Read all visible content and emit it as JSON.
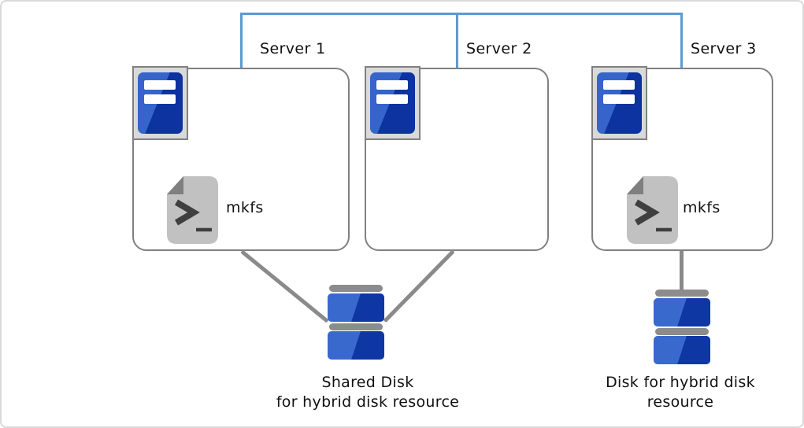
{
  "diagram": {
    "type": "cluster-architecture-diagram",
    "description_visible_text_only": true
  },
  "colors": {
    "network_line_blue": "#5b9bd5",
    "box_border_gray": "#808080",
    "connector_gray": "#8a8a8a",
    "server_icon_frame_bg": "#d9d9d9",
    "server_icon_blue_light": "#3565ca",
    "server_icon_blue_dark": "#0c33a0",
    "disk_cap_gray": "#8c8c8c",
    "disk_blue_light": "#3a69ce",
    "disk_blue_dark": "#0e37a4",
    "script_icon_body": "#c1c1c1",
    "script_icon_fold": "#7f7f7f",
    "script_icon_glyph": "#3f3f3f",
    "canvas_border": "#d9d9d9",
    "text": "#111111"
  },
  "servers": [
    {
      "label": "Server 1",
      "has_mkfs": true,
      "mkfs_label": "mkfs"
    },
    {
      "label": "Server 2",
      "has_mkfs": false
    },
    {
      "label": "Server 3",
      "has_mkfs": true,
      "mkfs_label": "mkfs"
    }
  ],
  "disks": [
    {
      "id": "shared-disk",
      "label_line1": "Shared Disk",
      "label_line2": "for hybrid disk resource"
    },
    {
      "id": "hybrid-disk",
      "label_line1": "Disk for hybrid disk",
      "label_line2": "resource"
    }
  ]
}
